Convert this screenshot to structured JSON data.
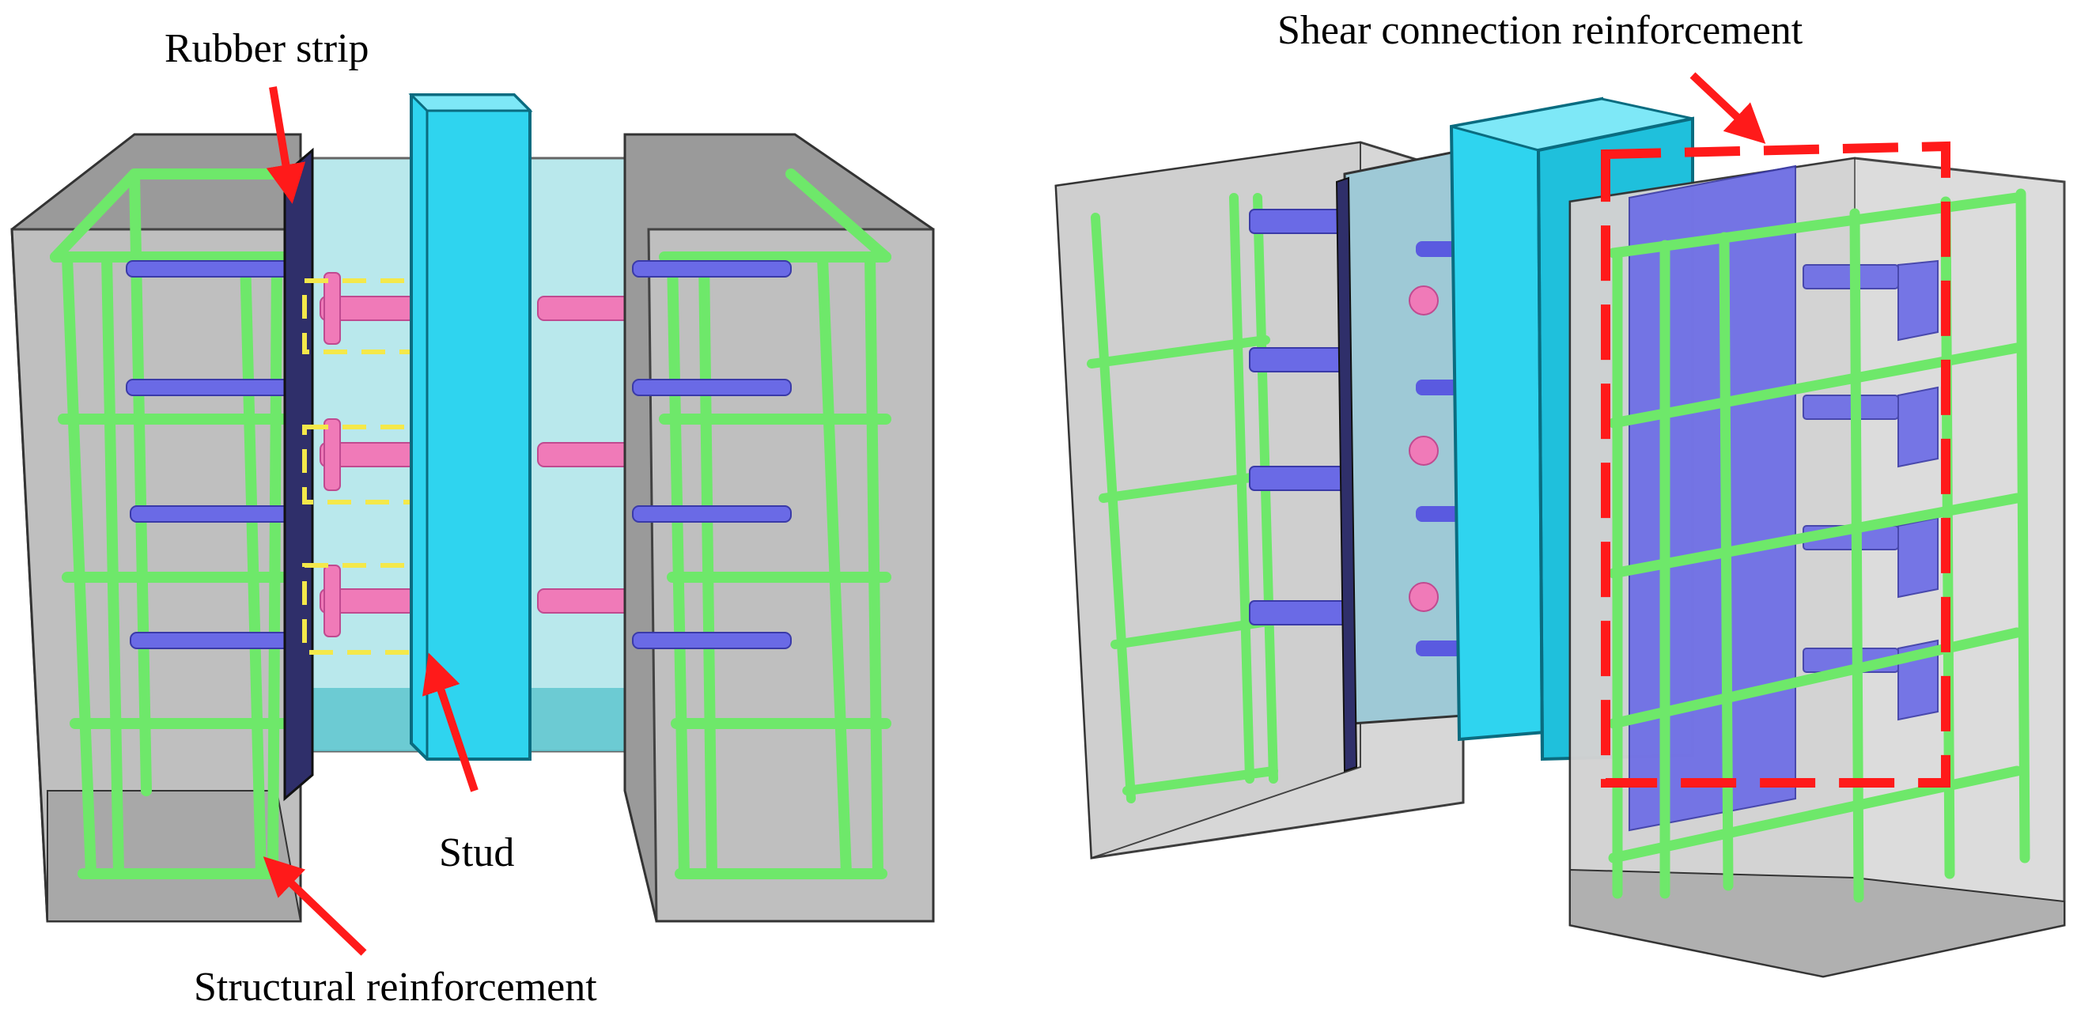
{
  "labels": {
    "rubber_strip": "Rubber strip",
    "stud": "Stud",
    "structural_reinforcement": "Structural reinforcement",
    "shear_connection_reinforcement": "Shear connection reinforcement"
  },
  "colors": {
    "concrete_dark": "#8c8c8c",
    "concrete_light": "#d9d9d9",
    "rebar": "#7ff07a",
    "stud": "#f07ab8",
    "steel_column": "#2fd4ef",
    "connector": "#6a6ae6",
    "plate": "#b5e8ea",
    "arrow": "#ff1a1a",
    "highlight_box": "#ff1a1a",
    "stud_marker": "#f4e84a"
  }
}
